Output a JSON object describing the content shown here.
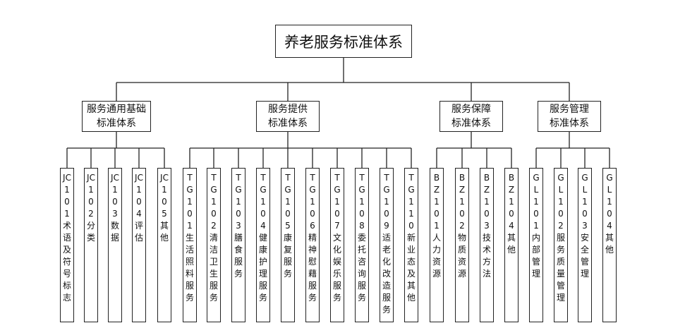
{
  "root": {
    "label": "养老服务标准体系"
  },
  "categories": [
    {
      "line1": "服务通用基础",
      "line2": "标准体系",
      "leaves": [
        "JC101术语及符号标志",
        "JC102分类",
        "JC103数据",
        "JC104评估",
        "JC105其他"
      ]
    },
    {
      "line1": "服务提供",
      "line2": "标准体系",
      "leaves": [
        "TG101生活照料服务",
        "TG102清洁卫生服务",
        "TG103膳食服务",
        "TG104健康护理服务",
        "TG105康复服务",
        "TG106精神慰藉服务",
        "TG107文化娱乐服务",
        "TG108委托咨询服务",
        "TG109适老化改造服务",
        "TG110新业态及其他"
      ]
    },
    {
      "line1": "服务保障",
      "line2": "标准体系",
      "leaves": [
        "BZ101人力资源",
        "BZ102物质资源",
        "BZ103技术方法",
        "BZ104其他"
      ]
    },
    {
      "line1": "服务管理",
      "line2": "标准体系",
      "leaves": [
        "GL101内部管理",
        "GL102服务质量管理",
        "GL103安全管理",
        "GL104其他"
      ]
    }
  ]
}
